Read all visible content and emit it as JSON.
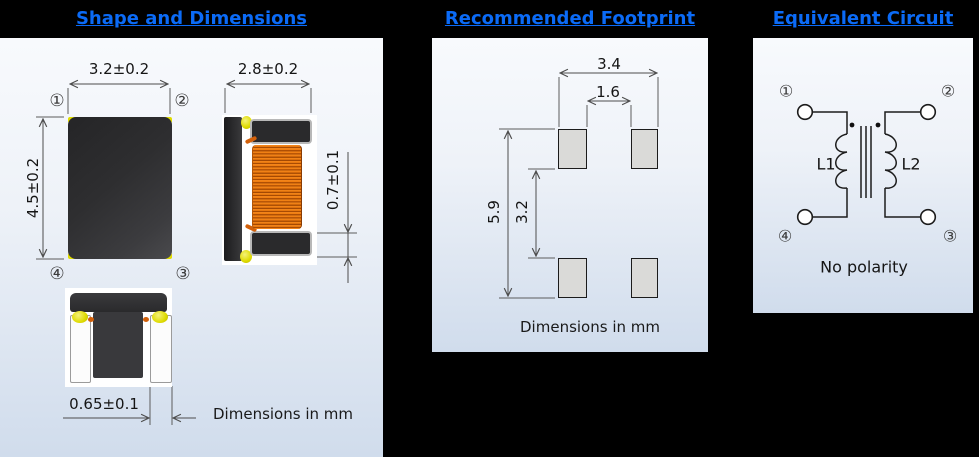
{
  "titles": {
    "shape": "Shape and Dimensions",
    "footprint": "Recommended Footprint",
    "circuit": "Equivalent Circuit"
  },
  "shape_panel": {
    "top_view": {
      "width_dim": "3.2±0.2",
      "height_dim": "4.5±0.2"
    },
    "side_view": {
      "width_dim": "2.8±0.2",
      "thickness_dim": "0.7±0.1"
    },
    "bottom_view": {
      "terminal_dim": "0.65±0.1"
    },
    "units_note": "Dimensions in mm",
    "pins": {
      "p1": "①",
      "p2": "②",
      "p3": "③",
      "p4": "④"
    }
  },
  "footprint_panel": {
    "outer_width": "3.4",
    "inner_gap": "1.6",
    "outer_height": "5.9",
    "row_gap": "3.2",
    "units_note": "Dimensions in mm"
  },
  "circuit_panel": {
    "pins": {
      "p1": "①",
      "p2": "②",
      "p3": "③",
      "p4": "④"
    },
    "left_inductor": "L1",
    "right_inductor": "L2",
    "note": "No polarity"
  },
  "colors": {
    "title_blue": "#0b6bf7",
    "panel_top": "#f8fafd",
    "panel_bottom": "#d0dcec",
    "coil_orange": "#ee7d12",
    "pad_fill": "#dadad8",
    "body_dark": "#2c2c2e",
    "mark_yellow": "#e0dc00"
  }
}
